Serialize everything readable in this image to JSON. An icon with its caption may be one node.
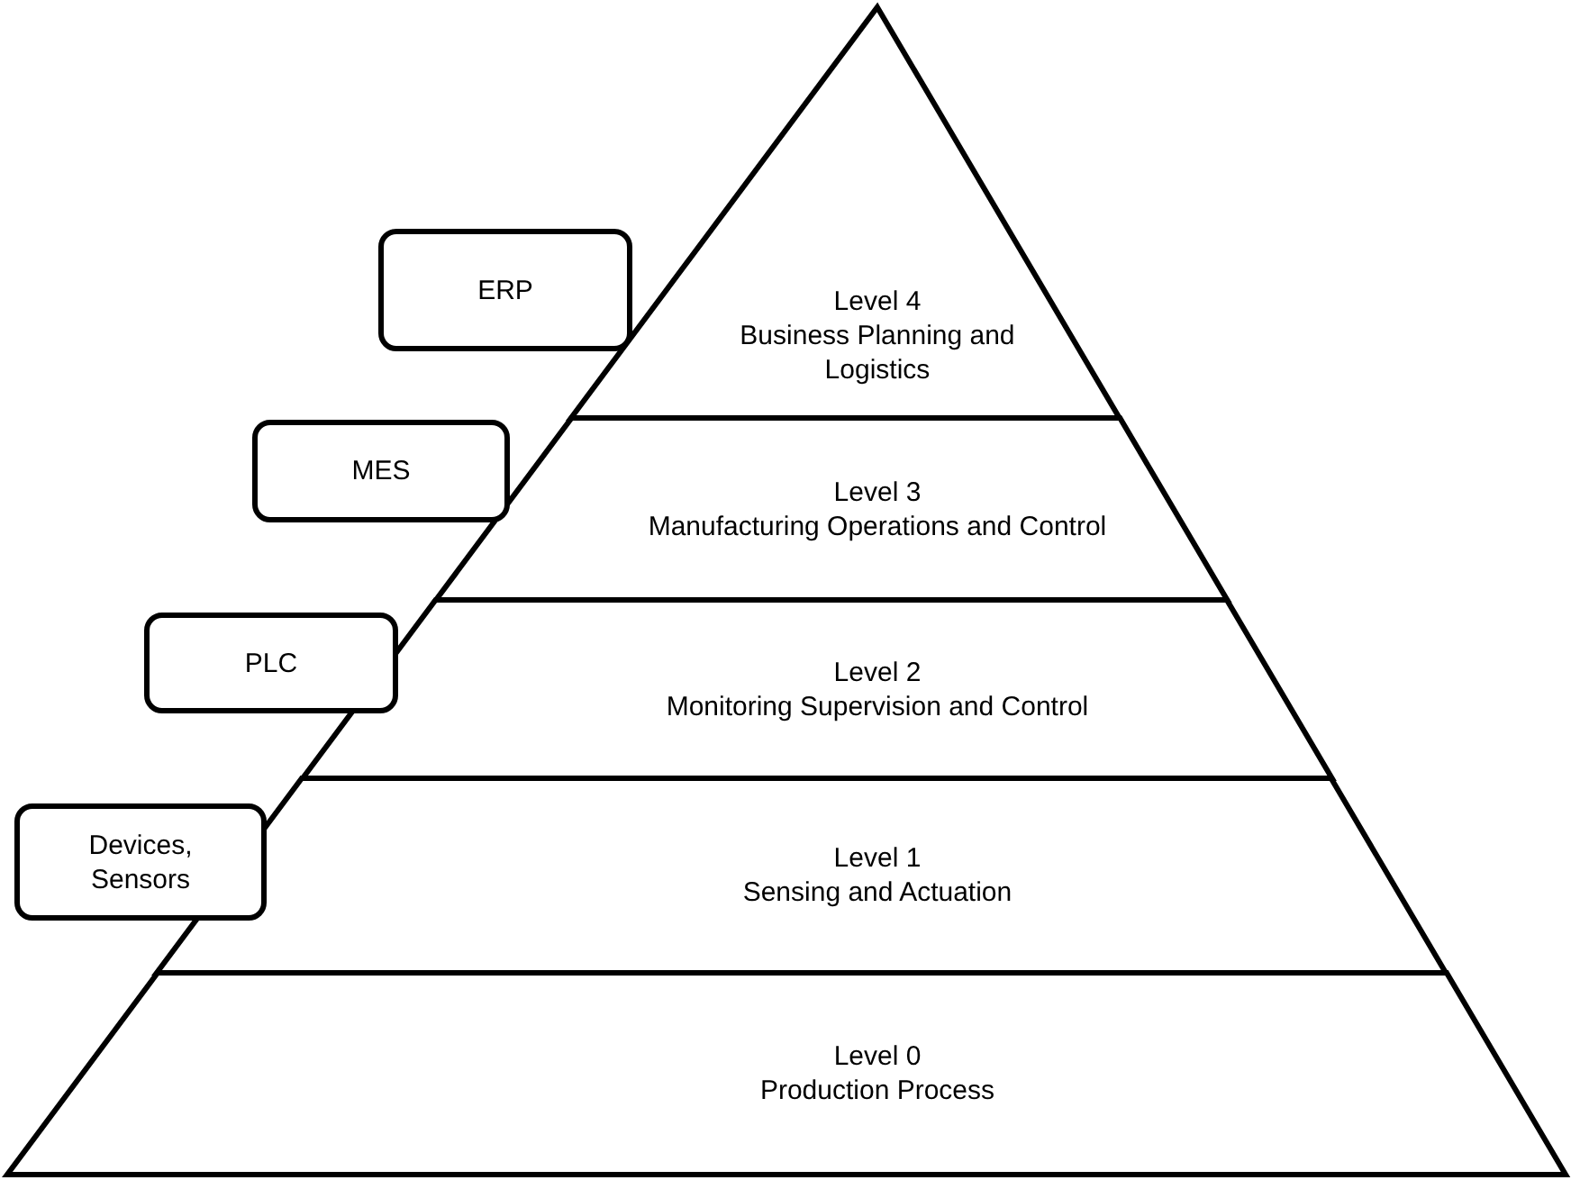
{
  "diagram": {
    "nodes": [
      {
        "text": [
          "Level 4",
          "Business Planning and Logistics"
        ]
      },
      {
        "text": [
          "ERP"
        ]
      },
      {
        "text": [
          "Level 3",
          "Manufacturing Operations and Control"
        ]
      },
      {
        "text": [
          "MES"
        ]
      },
      {
        "text": [
          "Level 2",
          "Monitoring Supervision and Control"
        ]
      },
      {
        "text": [
          "PLC"
        ]
      },
      {
        "text": [
          "Level 1",
          "Sensing and Actuation"
        ]
      },
      {
        "text": [
          "Devices, Sensors"
        ]
      },
      {
        "text": [
          "Level 0",
          "Production Process"
        ]
      }
    ]
  }
}
